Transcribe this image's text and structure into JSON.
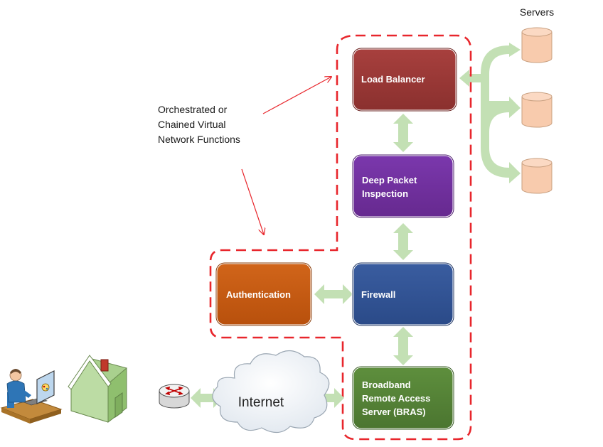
{
  "title": "",
  "servers_label": "Servers",
  "annotation": {
    "line1": "Orchestrated  or",
    "line2": "Chained Virtual",
    "line3": "Network Functions"
  },
  "nodes": {
    "load_balancer": {
      "lines": [
        "Load Balancer"
      ],
      "color": "#953735"
    },
    "deep_packet_inspection": {
      "lines": [
        "Deep Packet",
        "Inspection"
      ],
      "color": "#7030a0"
    },
    "firewall": {
      "lines": [
        "Firewall"
      ],
      "color": "#2f5496"
    },
    "authentication": {
      "lines": [
        "Authentication"
      ],
      "color": "#c55a11"
    },
    "bras": {
      "lines": [
        "Broadband",
        "Remote Access",
        "Server (BRAS)"
      ],
      "color": "#548235"
    }
  },
  "internet_label": "Internet",
  "colors": {
    "dashed_outline": "#e8262c",
    "arrow_fill": "#c3e0b4",
    "server_fill": "#f8cbad",
    "server_stroke": "#c9a080",
    "house_fill": "#a9d08e",
    "cloud_fill": "#eef2f6"
  },
  "icons": [
    "user-workstation-icon",
    "house-icon",
    "router-icon",
    "server-icon"
  ]
}
